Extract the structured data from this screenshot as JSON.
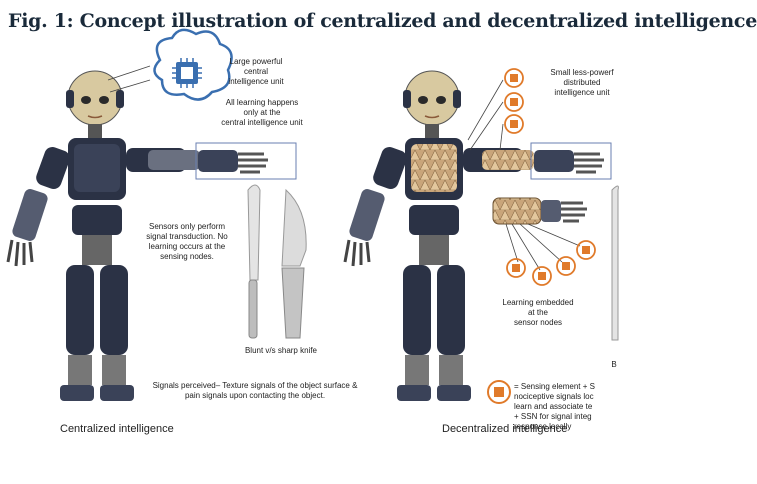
{
  "figure": {
    "title": "Fig. 1: Concept illustration of centralized and decentralized intelligence"
  },
  "left_panel": {
    "label_central_unit": "Large powerful\ncentral\nintelligence unit",
    "label_learning": "All learning happens\nonly at the\ncentral intelligence unit",
    "label_sensors": "Sensors only perform\nsignal transduction. No\nlearning occurs at the\nsensing nodes.",
    "label_knife": "Blunt v/s sharp knife",
    "label_signals": "Signals perceived– Texture signals of the object surface &\npain signals upon contacting the object.",
    "caption": "Centralized intelligence"
  },
  "right_panel": {
    "label_distributed": "Small less-powerf\ndistributed\nintelligence unit",
    "label_embedded": "Learning embedded\nat the\nsensor nodes",
    "label_b": "B",
    "label_legend": "= Sensing element + S\nnociceptive signals loc\nlearn and associate te\n+ SSN for signal integ\nresponse locally",
    "caption": "Decentralized intelligence"
  },
  "colors": {
    "title": "#1a2a3a",
    "robot_dark": "#2b3245",
    "robot_face": "#d8c9a0",
    "brain_blue": "#3a6fb0",
    "brain_orange": "#e07a2a",
    "skin_tan": "#c9a57a"
  }
}
